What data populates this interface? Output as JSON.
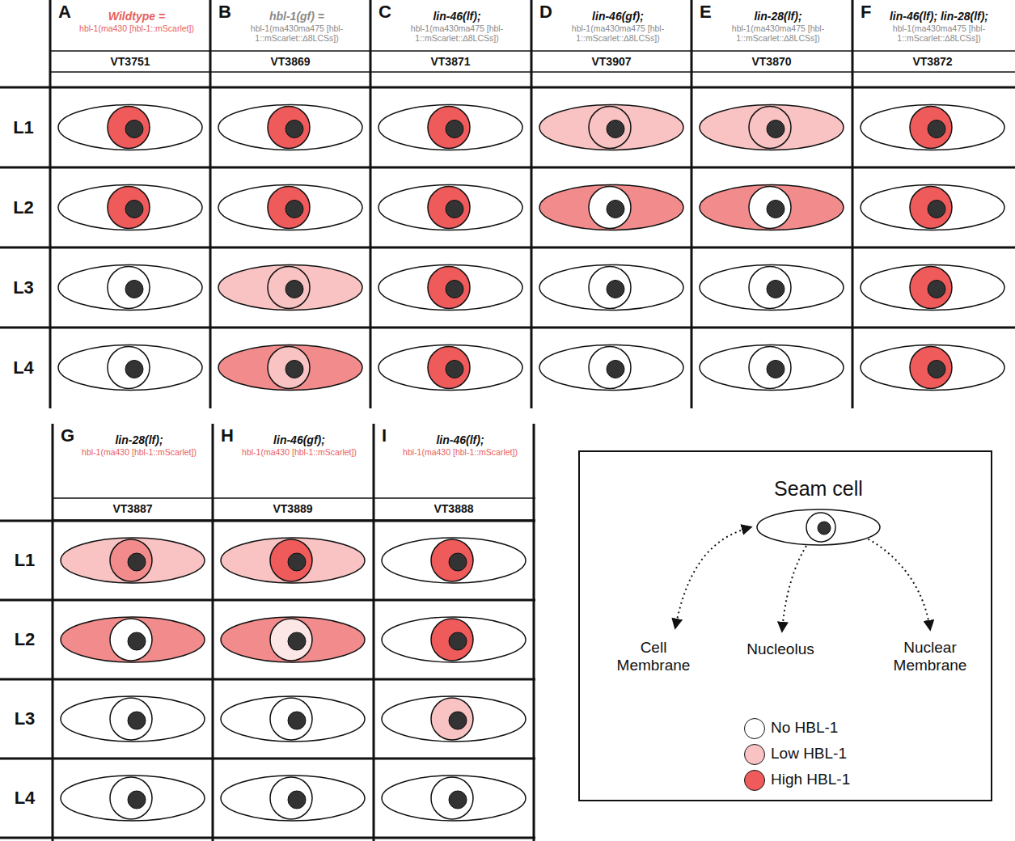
{
  "diagram": {
    "labels": [
      "A",
      "Wildtype =",
      "hbl-1(ma430 [hbl-1::mScarlet])",
      "VT3751",
      "B",
      "hbl-1(gf) =",
      "hbl-1(ma430ma475 [hbl-1::mScarlet::∆8LCSs])",
      "VT3869",
      "C",
      "lin-46(lf);",
      "hbl-1(ma430ma475 [hbl-1::mScarlet::∆8LCSs])",
      "VT3871",
      "D",
      "lin-46(gf);",
      "hbl-1(ma430ma475 [hbl-1::mScarlet::∆8LCSs])",
      "VT3907",
      "E",
      "lin-28(lf);",
      "hbl-1(ma430ma475 [hbl-1::mScarlet::∆8LCSs])",
      "VT3870",
      "F",
      "lin-46(lf); lin-28(lf);",
      "hbl-1(ma430ma475 [hbl-1::mScarlet::∆8LCSs])",
      "VT3872",
      "L1",
      "L2",
      "L3",
      "L4",
      "G",
      "lin-28(lf);",
      "hbl-1(ma430 [hbl-1::mScarlet])",
      "VT3887",
      "H",
      "lin-46(gf);",
      "hbl-1(ma430 [hbl-1::mScarlet])",
      "VT3889",
      "I",
      "lin-46(lf);",
      "hbl-1(ma430 [hbl-1::mScarlet])",
      "VT3888",
      "L1",
      "L2",
      "L3",
      "L4",
      "Seam cell",
      "Cell Membrane",
      "Nucleolus",
      "Nuclear Membrane"
    ],
    "legend": [
      {
        "text": "No HBL-1",
        "color": "#ffffff"
      },
      {
        "text": "Low HBL-1",
        "color": "#f9c3c3"
      },
      {
        "text": "High HBL-1",
        "color": "#ef5b5b"
      }
    ]
  }
}
